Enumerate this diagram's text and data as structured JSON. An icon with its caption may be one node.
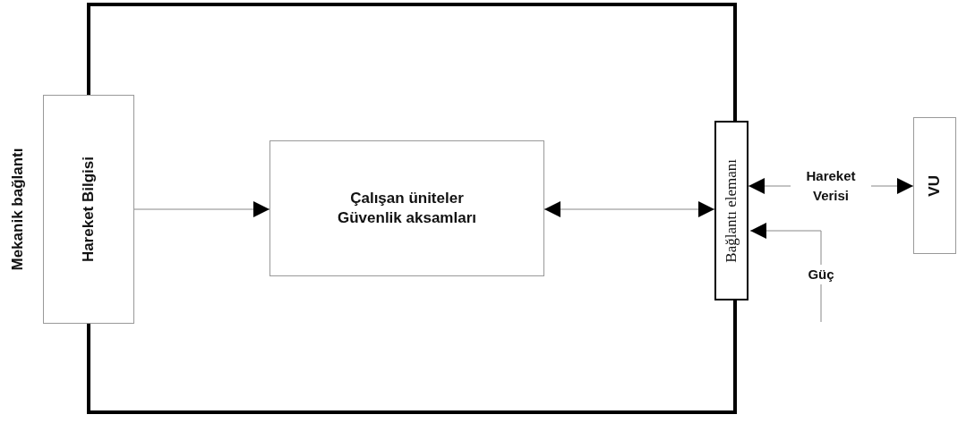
{
  "diagram": {
    "nodes": [
      {
        "text": [
          "Hareket Bilgisi"
        ],
        "beside": [
          "Mekanik bağlantı"
        ]
      },
      {
        "text": [
          "Çalışan üniteler Güvenlik aksamları"
        ]
      },
      {
        "text": [
          "Bağlantı elemanı"
        ]
      },
      {
        "text": [
          "VU"
        ]
      }
    ],
    "edges": [
      {
        "from": 0,
        "to": 1,
        "arrow": "to"
      },
      {
        "from": 1,
        "to": 2,
        "arrow": "both"
      },
      {
        "from": 2,
        "to": 3,
        "arrow": "both",
        "label": "Hareket Verisi"
      },
      {
        "from": null,
        "to": 2,
        "arrow": "to",
        "label": "Güç"
      }
    ]
  }
}
